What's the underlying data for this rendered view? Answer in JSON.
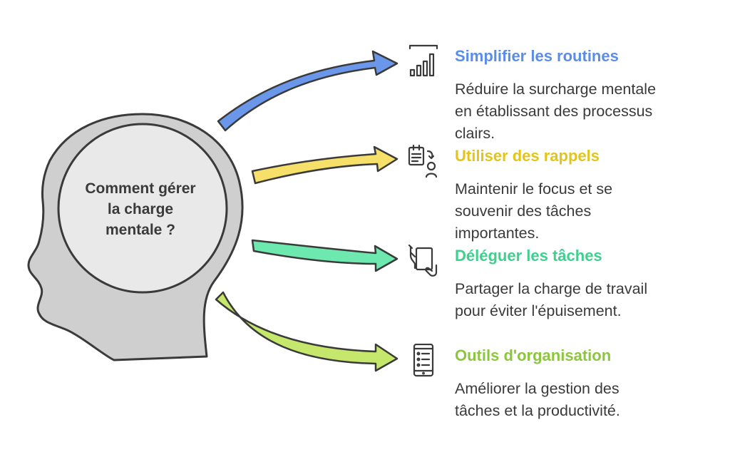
{
  "center": {
    "line1": "Comment gérer",
    "line2": "la charge",
    "line3": "mentale ?"
  },
  "items": [
    {
      "title": "Simplifier les routines",
      "desc_lines": [
        "Réduire la surcharge mentale",
        "en établissant des processus",
        "clairs."
      ],
      "color": "#5b8de8",
      "arrow_color": "#6a97ea",
      "icon": "bar-chart-icon"
    },
    {
      "title": "Utiliser des rappels",
      "desc_lines": [
        "Maintenir le focus et se",
        "souvenir des tâches",
        "importantes."
      ],
      "color": "#e3c51a",
      "arrow_color": "#f6e06a",
      "icon": "checklist-reminder-icon"
    },
    {
      "title": "Déléguer les tâches",
      "desc_lines": [
        "Partager la charge de travail",
        "pour éviter l'épuisement."
      ],
      "color": "#3fcf8e",
      "arrow_color": "#6de8ae",
      "icon": "hand-over-document-icon"
    },
    {
      "title": "Outils d'organisation",
      "desc_lines": [
        "Améliorer la gestion des",
        "tâches et la productivité."
      ],
      "color": "#8cc63f",
      "arrow_color": "#c5e86c",
      "icon": "mobile-list-icon"
    }
  ]
}
